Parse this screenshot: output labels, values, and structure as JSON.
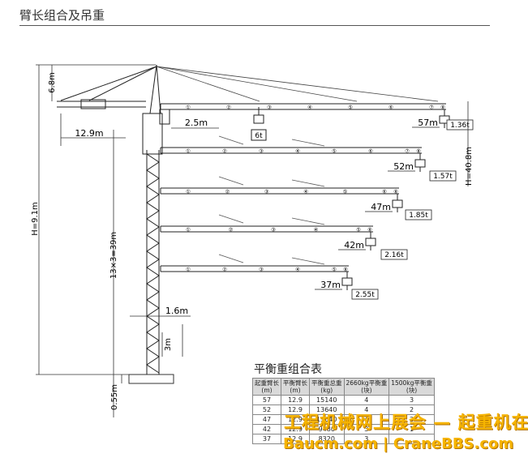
{
  "title": "臂长组合及吊重",
  "dims": {
    "top_height": "6.8m",
    "counter_jib": "12.9m",
    "offset": "2.5m",
    "total_height": "H=9.1m",
    "mast": "13×3=39m",
    "mast_width": "1.6m",
    "section": "3m",
    "base": "0.55m",
    "hook_height": "H=40.8m"
  },
  "jibs": [
    {
      "length": "57m",
      "tip_load": "1.36t",
      "sections": [
        "①",
        "②",
        "③",
        "④",
        "⑤",
        "⑥",
        "⑦"
      ],
      "tip_section": "⑧"
    },
    {
      "length": "52m",
      "tip_load": "1.57t",
      "sections": [
        "①",
        "②",
        "③",
        "④",
        "⑤",
        "⑥",
        "⑦"
      ],
      "tip_section": "⑧"
    },
    {
      "length": "47m",
      "tip_load": "1.85t",
      "sections": [
        "①",
        "②",
        "③",
        "④",
        "⑤",
        "⑥"
      ],
      "tip_section": "⑧"
    },
    {
      "length": "42m",
      "tip_load": "2.16t",
      "sections": [
        "①",
        "②",
        "③",
        "④",
        "⑤"
      ],
      "tip_section": "⑧"
    },
    {
      "length": "37m",
      "tip_load": "2.55t",
      "sections": [
        "①",
        "②",
        "③",
        "④",
        "⑤"
      ],
      "tip_section": "⑧"
    }
  ],
  "max_load": "6t",
  "counterweight_table": {
    "title": "平衡重组合表",
    "headers": [
      "起重臂长\n(m)",
      "平衡臂长\n(m)",
      "平衡重总重\n(kg)",
      "2660kg平衡重\n(块)",
      "1500kg平衡重\n(块)"
    ],
    "rows": [
      [
        "57",
        "12.9",
        "15140",
        "4",
        "3"
      ],
      [
        "52",
        "12.9",
        "13640",
        "4",
        "2"
      ],
      [
        "47",
        "12.9",
        "13640",
        "4",
        "2"
      ],
      [
        "42",
        "12.9",
        "9480",
        "3",
        "1"
      ],
      [
        "37",
        "12.9",
        "8320",
        "3",
        ""
      ]
    ]
  },
  "watermark": {
    "line1": "工程机械网上展会 — 起重机在线",
    "line2": "Baucm.com | CraneBBS.com"
  }
}
